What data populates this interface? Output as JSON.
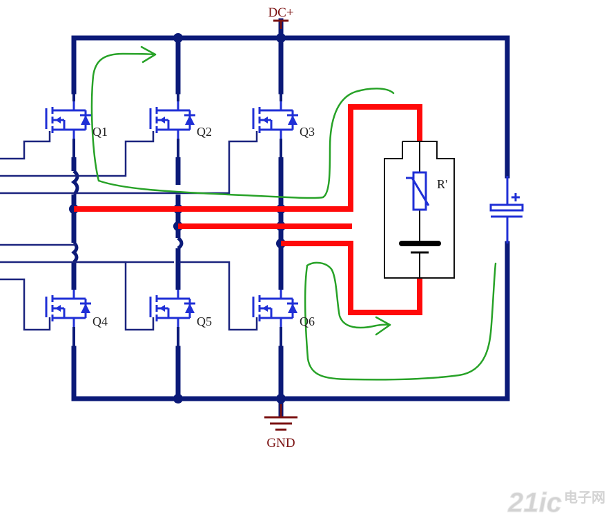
{
  "labels": {
    "dc_plus": "DC+",
    "gnd": "GND",
    "q1": "Q1",
    "q2": "Q2",
    "q3": "Q3",
    "q4": "Q4",
    "q5": "Q5",
    "q6": "Q6",
    "r_prime": "R'",
    "cap_plus": "+"
  },
  "watermark": {
    "text_main": "21ic",
    "text_cn": "电子网"
  },
  "colors": {
    "bus": "#0b1a78",
    "signal": "#1a237e",
    "mosfet": "#1f2fd6",
    "current_path": "#ff0a0a",
    "arrow": "#27a227",
    "label": "#222222",
    "supply_label": "#7a1010",
    "battery": "#000000",
    "watermark": "#cfcfcf"
  },
  "icons": {
    "mosfet": "n-channel-mosfet-with-body-diode",
    "thermistor": "ptc-thermistor",
    "battery": "battery-cell",
    "capacitor": "polarized-capacitor",
    "ground": "ground-symbol"
  }
}
